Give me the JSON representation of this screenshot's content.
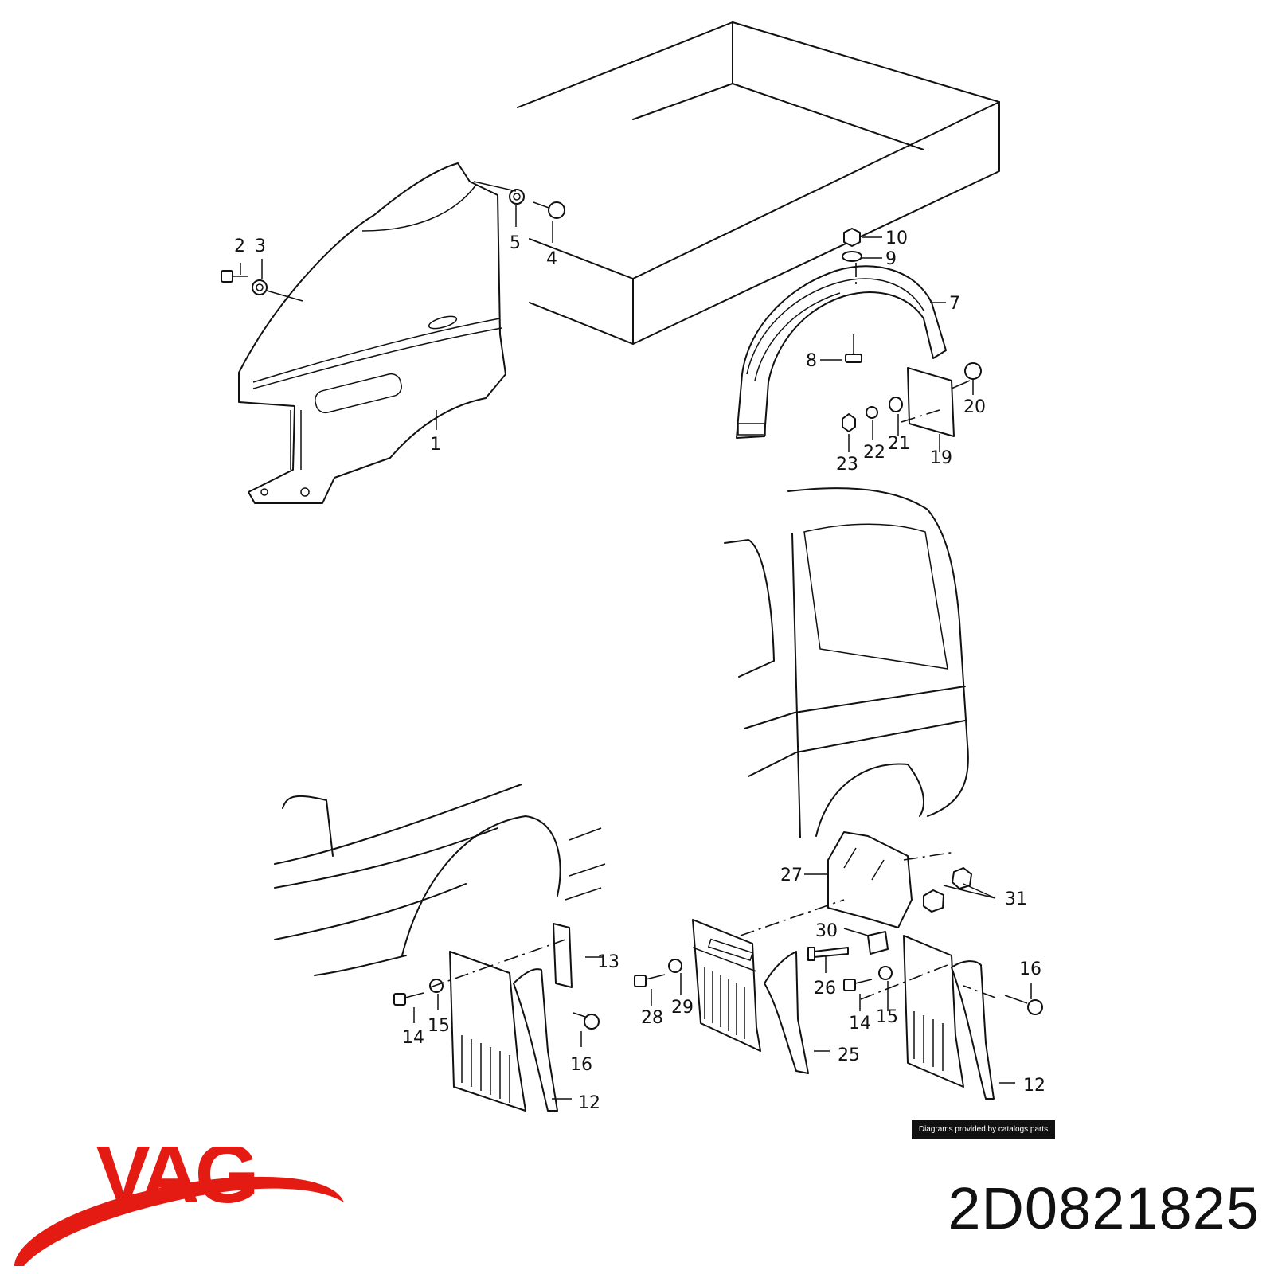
{
  "labels": {
    "l1": "1",
    "l2": "2",
    "l3": "3",
    "l4": "4",
    "l5": "5",
    "l7": "7",
    "l8": "8",
    "l9": "9",
    "l10": "10",
    "l12a": "12",
    "l12b": "12",
    "l13": "13",
    "l14a": "14",
    "l14b": "14",
    "l15a": "15",
    "l15b": "15",
    "l16a": "16",
    "l16b": "16",
    "l19": "19",
    "l20": "20",
    "l21": "21",
    "l22": "22",
    "l23": "23",
    "l25": "25",
    "l26": "26",
    "l27": "27",
    "l28": "28",
    "l29": "29",
    "l30": "30",
    "l31": "31"
  },
  "credit": "Diagrams provided by catalogs parts",
  "brand": {
    "text": "VAG",
    "color": "#e41b13"
  },
  "part_number": "2D0821825"
}
